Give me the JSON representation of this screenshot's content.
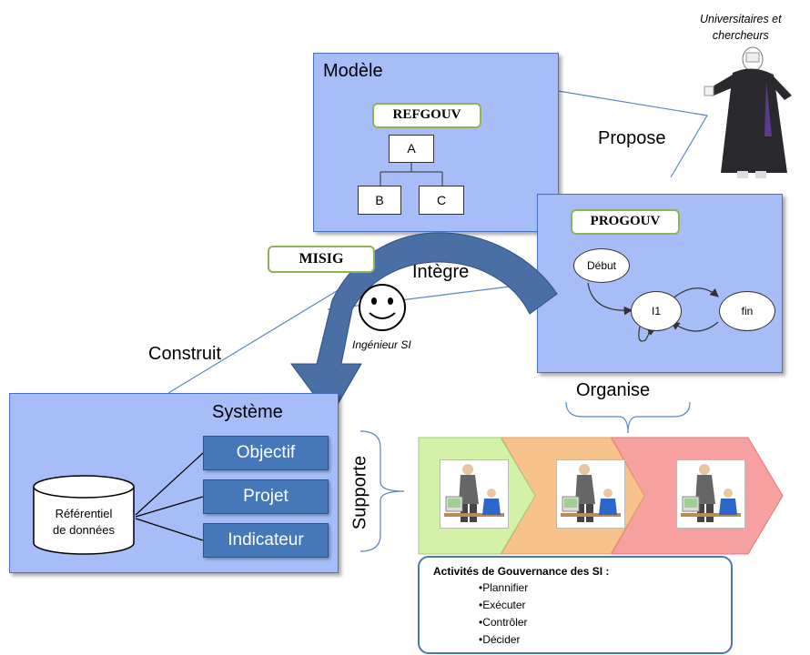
{
  "academics": {
    "label_line1": "Universitaires et",
    "label_line2": "chercheurs"
  },
  "model": {
    "title": "Modèle",
    "refgouv": "REFGOUV",
    "tree": {
      "root": "A",
      "left": "B",
      "right": "C"
    }
  },
  "propose_label": "Propose",
  "progouv": {
    "tag": "PROGOUV",
    "states": {
      "start": "Début",
      "middle": "I1",
      "end": "fin"
    }
  },
  "misig": "MISIG",
  "integre_label": "Intègre",
  "engineer_label": "Ingénieur SI",
  "construit_label": "Construit",
  "system": {
    "title": "Système",
    "repository_line1": "Référentiel",
    "repository_line2": "de données",
    "items": [
      "Objectif",
      "Projet",
      "Indicateur"
    ]
  },
  "supporte_label": "Supporte",
  "organise_label": "Organise",
  "activities": {
    "title": "Activités de Gouvernance des SI :",
    "items": [
      "•Plannifier",
      "•Exécuter",
      "•Contrôler",
      "•Décider"
    ]
  },
  "colors": {
    "panel": "#a7bdf7",
    "panel_border": "#4a6ec0",
    "button": "#4677b8",
    "tag_border": "#8fb253",
    "chevron_green": "#d3f2a8",
    "chevron_orange": "#f7c28c",
    "chevron_red": "#f7a0a0"
  }
}
